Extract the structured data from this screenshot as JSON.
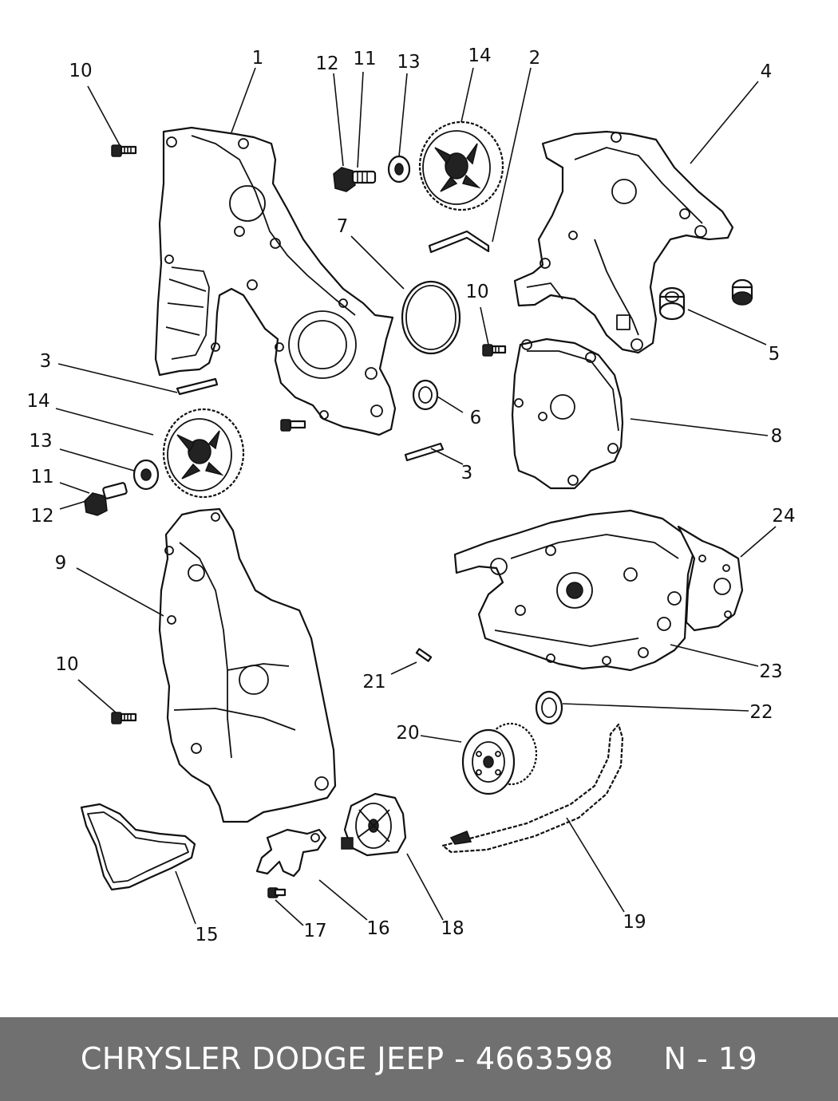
{
  "callouts": [
    {
      "id": "c1",
      "label": "1"
    },
    {
      "id": "c2",
      "label": "2"
    },
    {
      "id": "c3a",
      "label": "3"
    },
    {
      "id": "c3b",
      "label": "3"
    },
    {
      "id": "c4",
      "label": "4"
    },
    {
      "id": "c5",
      "label": "5"
    },
    {
      "id": "c6",
      "label": "6"
    },
    {
      "id": "c7",
      "label": "7"
    },
    {
      "id": "c8",
      "label": "8"
    },
    {
      "id": "c9",
      "label": "9"
    },
    {
      "id": "c10a",
      "label": "10"
    },
    {
      "id": "c10b",
      "label": "10"
    },
    {
      "id": "c10c",
      "label": "10"
    },
    {
      "id": "c11a",
      "label": "11"
    },
    {
      "id": "c11b",
      "label": "11"
    },
    {
      "id": "c12a",
      "label": "12"
    },
    {
      "id": "c12b",
      "label": "12"
    },
    {
      "id": "c13a",
      "label": "13"
    },
    {
      "id": "c13b",
      "label": "13"
    },
    {
      "id": "c14a",
      "label": "14"
    },
    {
      "id": "c14b",
      "label": "14"
    },
    {
      "id": "c15",
      "label": "15"
    },
    {
      "id": "c16",
      "label": "16"
    },
    {
      "id": "c17",
      "label": "17"
    },
    {
      "id": "c18",
      "label": "18"
    },
    {
      "id": "c19",
      "label": "19"
    },
    {
      "id": "c20",
      "label": "20"
    },
    {
      "id": "c21",
      "label": "21"
    },
    {
      "id": "c22",
      "label": "22"
    },
    {
      "id": "c23",
      "label": "23"
    },
    {
      "id": "c24",
      "label": "24"
    }
  ],
  "footer": {
    "text": "CHRYSLER DODGE JEEP - 4663598     N - 19",
    "background": "#707070",
    "color": "#ffffff"
  }
}
